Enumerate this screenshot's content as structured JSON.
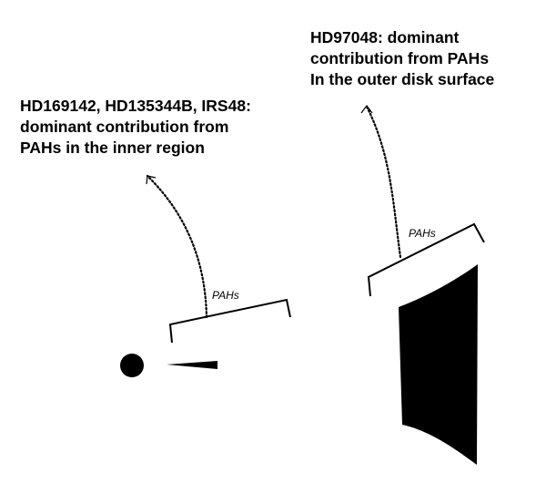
{
  "left_caption": {
    "lines": [
      "HD169142, HD135344B, IRS48:",
      "dominant contribution from",
      "PAHs in the inner region"
    ]
  },
  "right_caption": {
    "lines": [
      "HD97048: dominant",
      "contribution from PAHs",
      "In the outer disk surface"
    ]
  },
  "left_bracket": {
    "label": "PAHs"
  },
  "right_bracket": {
    "label": "PAHs"
  },
  "colors": {
    "ink": "#000000",
    "background": "#ffffff"
  }
}
